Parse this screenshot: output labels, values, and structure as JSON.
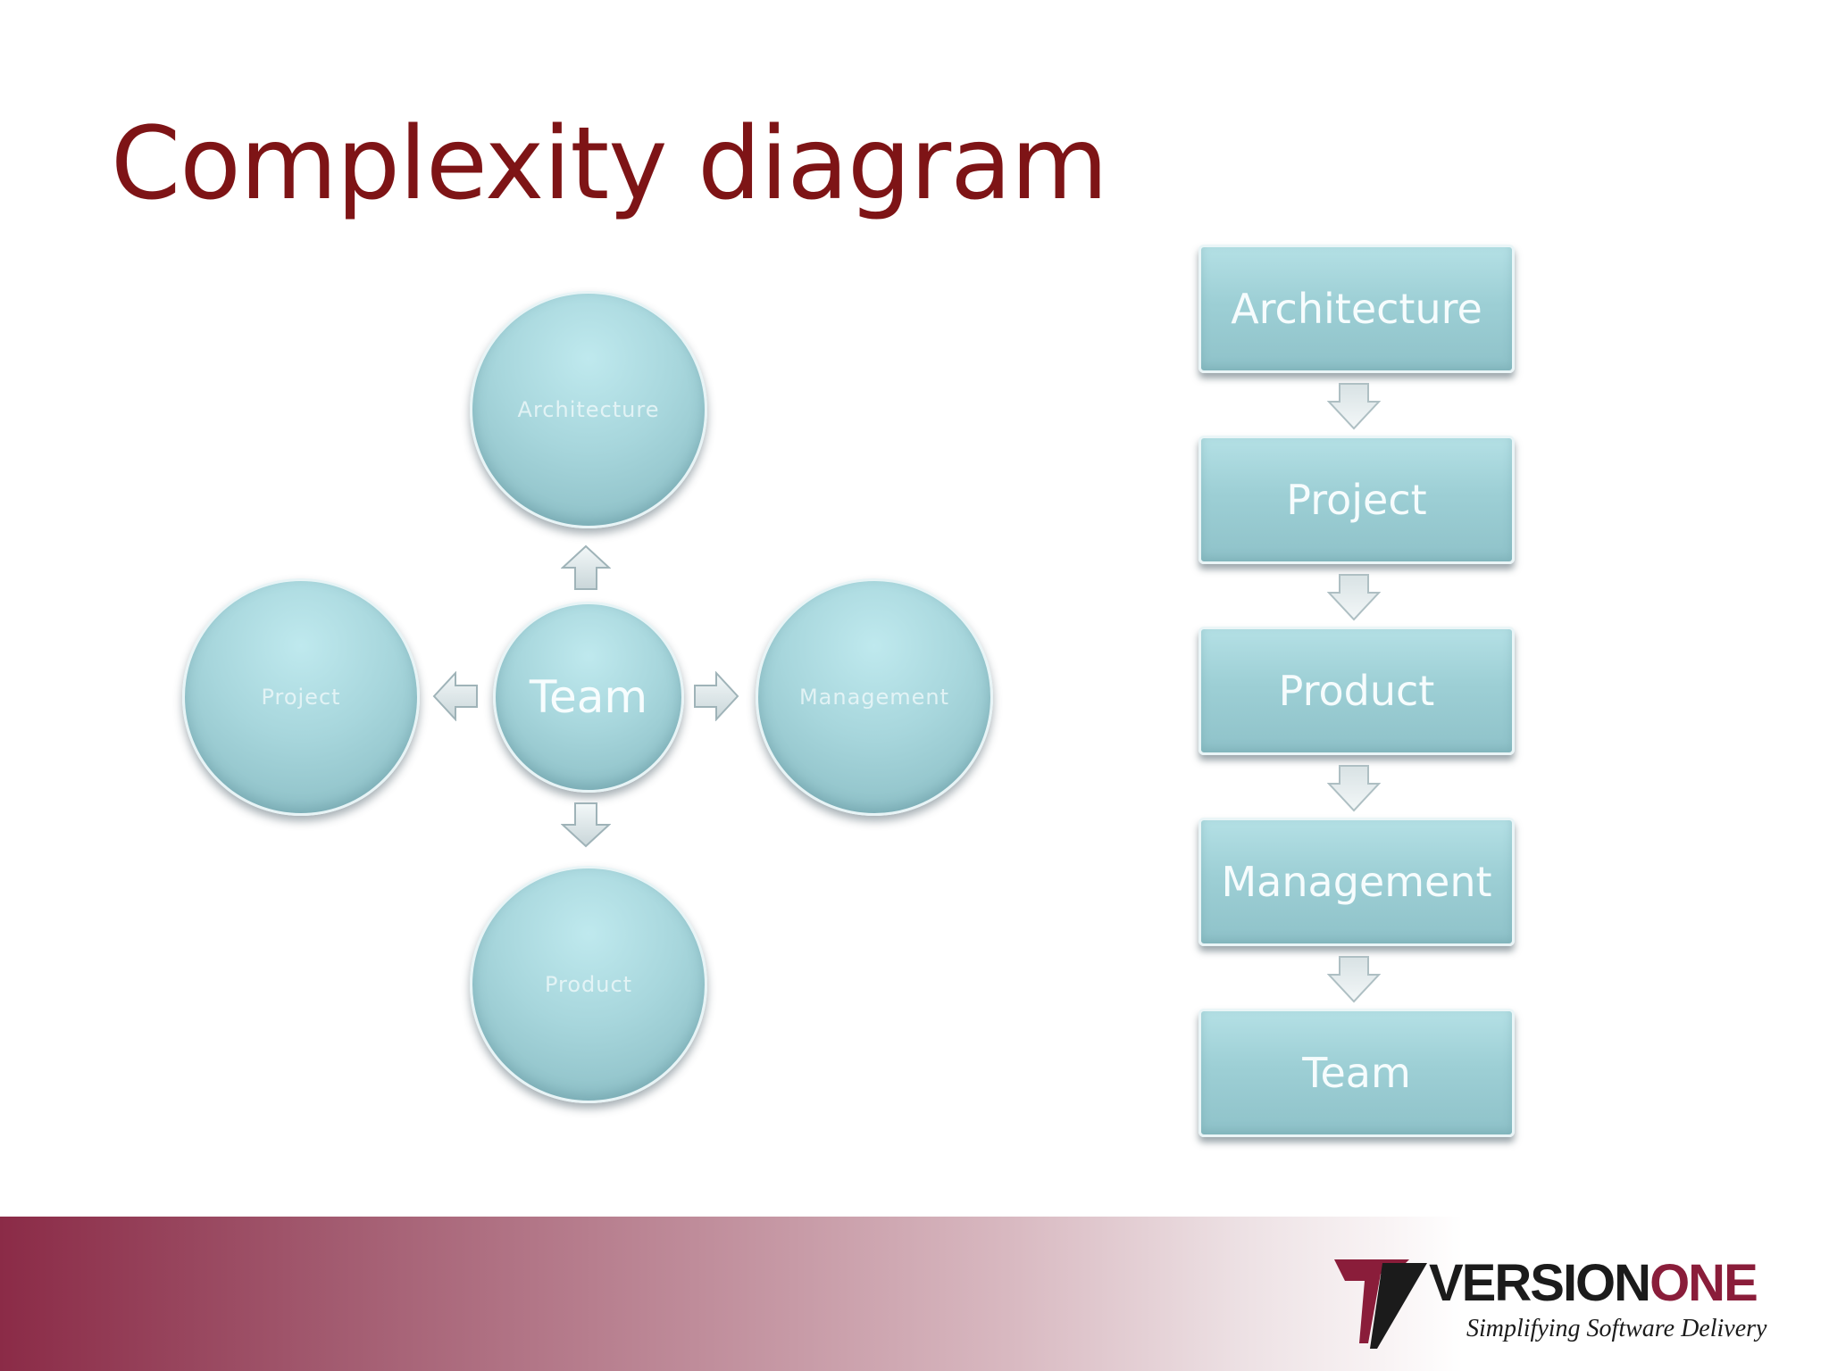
{
  "slide": {
    "title": "Complexity diagram"
  },
  "cycle": {
    "center": "Team",
    "top": "Architecture",
    "right": "Management",
    "bottom": "Product",
    "left": "Project"
  },
  "flow": {
    "steps": [
      "Architecture",
      "Project",
      "Product",
      "Management",
      "Team"
    ]
  },
  "footer": {
    "logo_word_1": "VERSION",
    "logo_word_2": "ONE",
    "logo_tagline": "Simplifying Software Delivery"
  },
  "colors": {
    "title": "#7e1416",
    "shape_fill": "#a7d6dc",
    "footer_start": "#8b2b47",
    "logo_accent": "#8a1d3a"
  }
}
